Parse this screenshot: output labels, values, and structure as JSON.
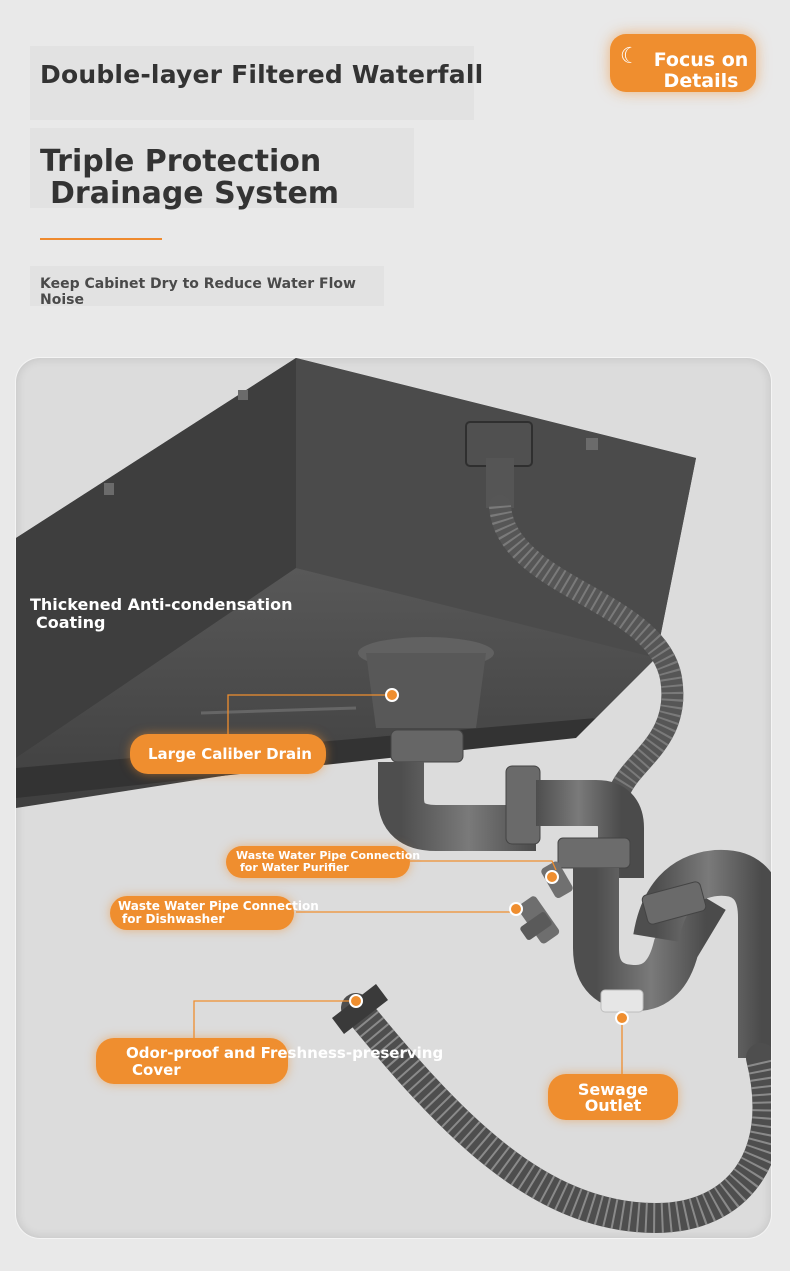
{
  "header": {
    "title_line1": "Double-layer Filtered Waterfall",
    "title_line2a": "Triple Protection",
    "title_line2b": "Drainage System",
    "subtitle": "Keep Cabinet Dry to Reduce Water Flow Noise"
  },
  "badge": {
    "icon": "moon-icon",
    "line1": "Focus on",
    "line2": "Details"
  },
  "callouts": {
    "coating_line1": "Thickened Anti-condensation",
    "coating_line2": "Coating",
    "drain": "Large Caliber Drain",
    "purifier_line1": "Waste Water Pipe Connection",
    "purifier_line2": "for Water Purifier",
    "dishwasher_line1": "Waste Water Pipe Connection",
    "dishwasher_line2": "for Dishwasher",
    "odor_line1": "Odor-proof and Freshness-preserving",
    "odor_line2": "Cover",
    "sewage_line1": "Sewage",
    "sewage_line2": "Outlet"
  },
  "colors": {
    "accent": "#ef8e2f",
    "sink": "#474747",
    "pipe": "#5f5f5f"
  }
}
